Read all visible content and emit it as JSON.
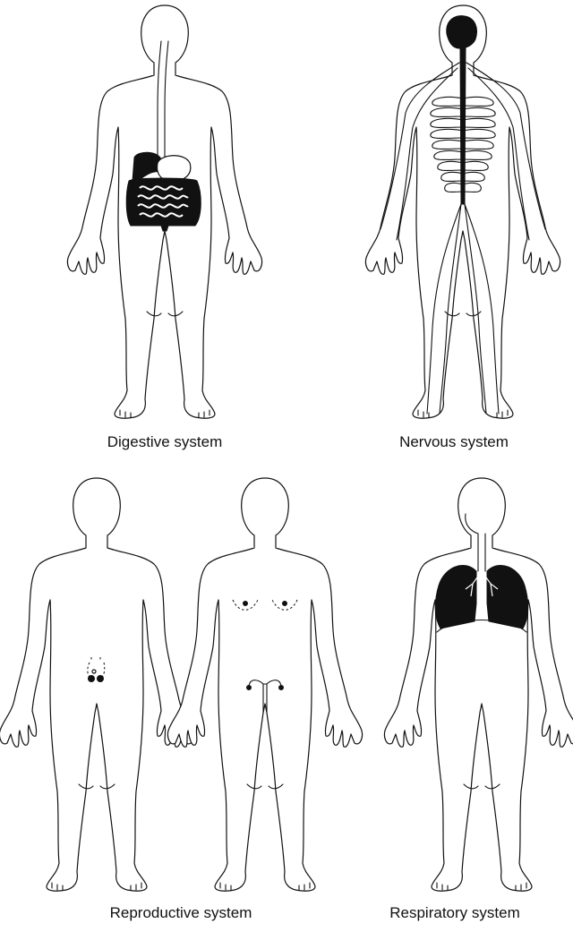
{
  "captions": {
    "digestive": "Digestive system",
    "nervous": "Nervous system",
    "reproductive": "Reproductive system",
    "respiratory": "Respiratory system"
  },
  "colors": {
    "ink": "#111111",
    "background": "#ffffff"
  }
}
